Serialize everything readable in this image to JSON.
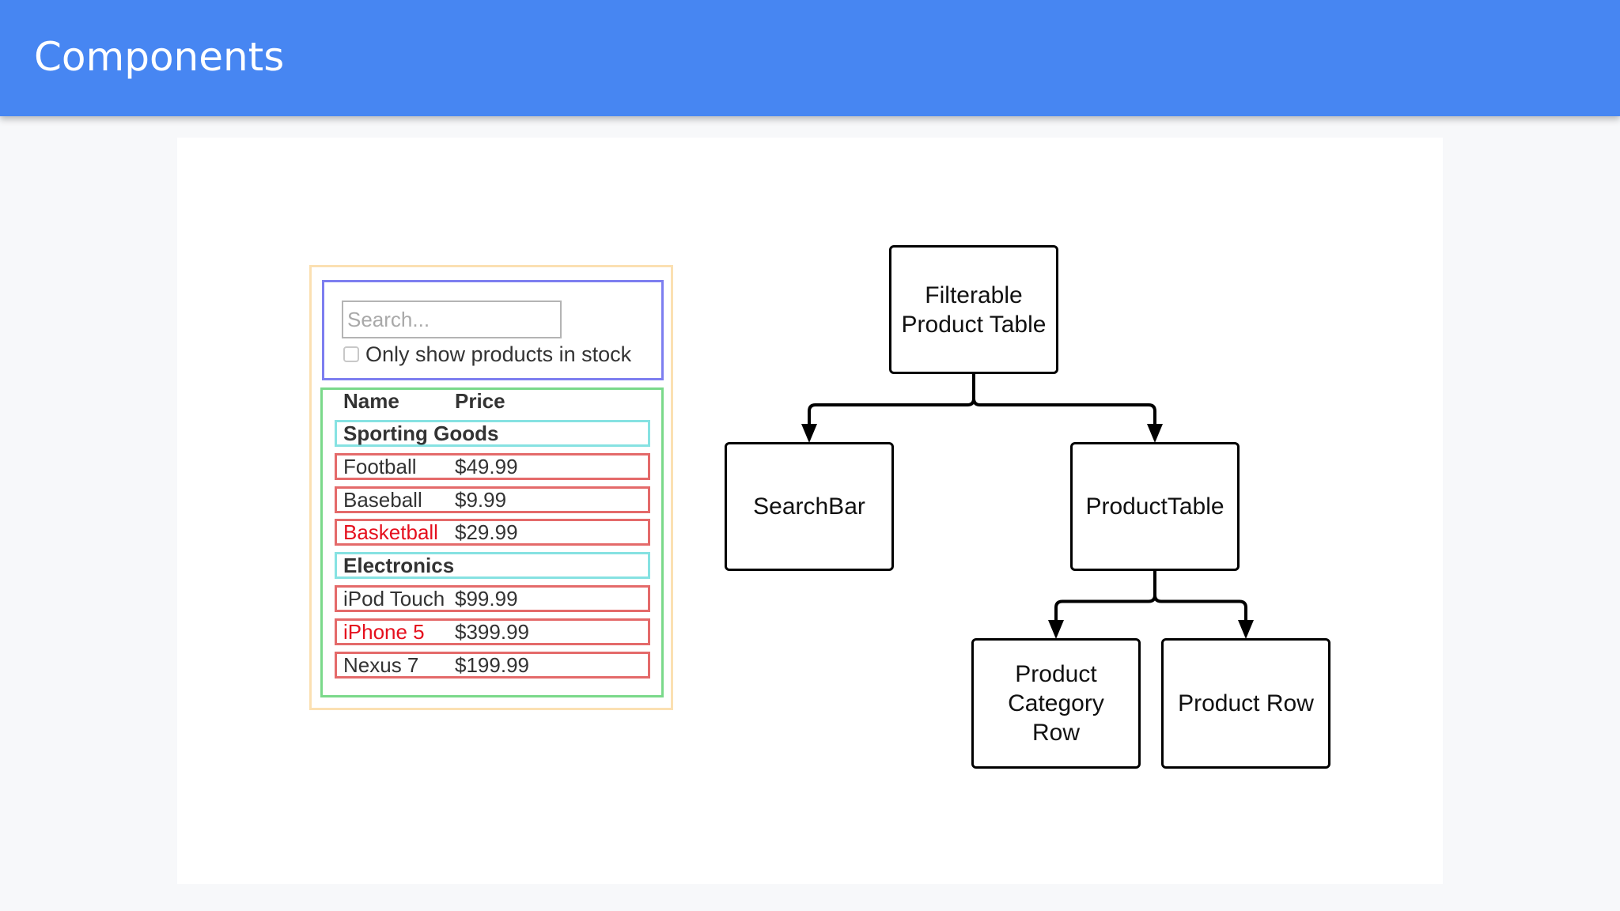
{
  "header": {
    "title": "Components"
  },
  "mockup": {
    "search_placeholder": "Search...",
    "checkbox_label": "Only show products in stock",
    "columns": [
      "Name",
      "Price"
    ],
    "rows": [
      {
        "kind": "category",
        "name": "Sporting Goods",
        "price": ""
      },
      {
        "kind": "product",
        "name": "Football",
        "price": "$49.99",
        "stocked": true
      },
      {
        "kind": "product",
        "name": "Baseball",
        "price": "$9.99",
        "stocked": true
      },
      {
        "kind": "product",
        "name": "Basketball",
        "price": "$29.99",
        "stocked": false
      },
      {
        "kind": "category",
        "name": "Electronics",
        "price": ""
      },
      {
        "kind": "product",
        "name": "iPod Touch",
        "price": "$99.99",
        "stocked": true
      },
      {
        "kind": "product",
        "name": "iPhone 5",
        "price": "$399.99",
        "stocked": false
      },
      {
        "kind": "product",
        "name": "Nexus 7",
        "price": "$199.99",
        "stocked": true
      }
    ],
    "colors": {
      "outer": "#fbe0b2",
      "search": "#7d7ef0",
      "table": "#7ad98a",
      "category": "#86e2e2",
      "product": "#e46a6a",
      "out_of_stock_text": "#e5101e"
    }
  },
  "diagram": {
    "nodes": [
      {
        "id": "filterable",
        "label": "Filterable\nProduct Table"
      },
      {
        "id": "searchbar",
        "label": "SearchBar"
      },
      {
        "id": "producttable",
        "label": "ProductTable"
      },
      {
        "id": "categoryrow",
        "label": "Product\nCategory\nRow"
      },
      {
        "id": "productrow",
        "label": "Product Row"
      }
    ],
    "edges": [
      {
        "from": "filterable",
        "to": "searchbar"
      },
      {
        "from": "filterable",
        "to": "producttable"
      },
      {
        "from": "producttable",
        "to": "categoryrow"
      },
      {
        "from": "producttable",
        "to": "productrow"
      }
    ]
  }
}
